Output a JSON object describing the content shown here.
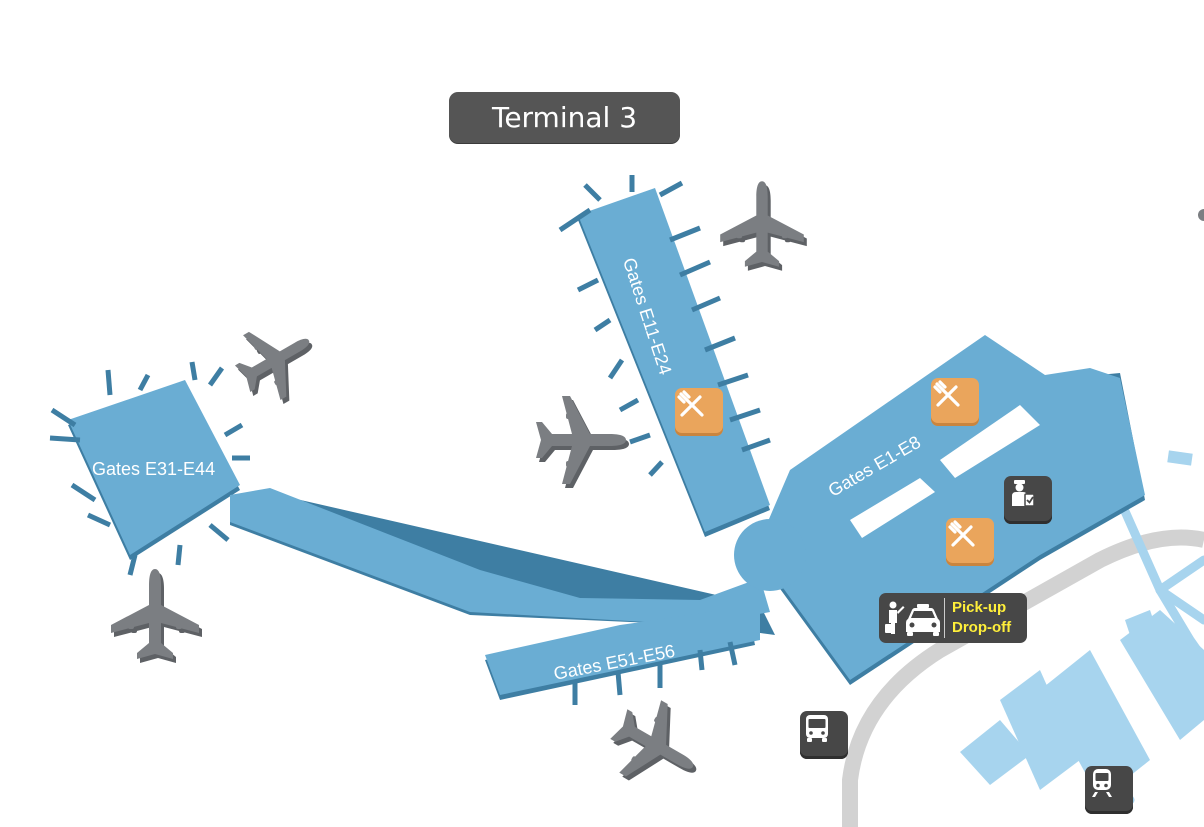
{
  "terminal": {
    "title": "Terminal 3"
  },
  "gates": [
    {
      "id": "e31-e44",
      "label": "Gates E31-E44"
    },
    {
      "id": "e11-e24",
      "label": "Gates E11-E24"
    },
    {
      "id": "e1-e8",
      "label": "Gates E1-E8"
    },
    {
      "id": "e51-e56",
      "label": "Gates E51-E56"
    }
  ],
  "amenities": {
    "restaurant": {
      "icon": "fork-knife-icon"
    },
    "security": {
      "icon": "security-officer-icon"
    },
    "bus": {
      "icon": "bus-icon"
    },
    "train": {
      "icon": "train-icon"
    },
    "pickup": {
      "icon": "taxi-passenger-icon",
      "line1": "Pick-up",
      "line2": "Drop-off"
    }
  },
  "colors": {
    "terminal": "#6aadd3",
    "terminal_shadow": "#3e7ea3",
    "label_bg": "#555555",
    "food_tile": "#eaa55c",
    "service_tile": "#474747",
    "pickup_text": "#ffef3a",
    "road": "#d2d2d2",
    "aircraft": "#7b7e82"
  }
}
